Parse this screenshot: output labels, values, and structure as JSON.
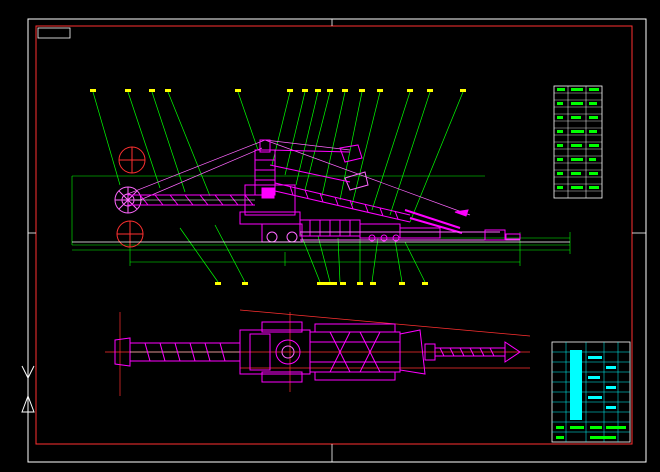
{
  "drawing": {
    "background": "#000000",
    "colors": {
      "frame": "#ffffff",
      "border_red": "#ff3030",
      "leader": "#00ff00",
      "machine": "#ff00ff",
      "machine_alt": "#ff66ff",
      "dimension": "#00ff00",
      "centerline": "#ff3030",
      "title_block": "#00ffff",
      "balloon": "#ffff00",
      "table_fill": "#00ffff"
    },
    "views": [
      {
        "name": "side-elevation-view"
      },
      {
        "name": "plan-view"
      }
    ],
    "annotation_tables": [
      {
        "name": "parts-list-table"
      },
      {
        "name": "title-block-table"
      }
    ],
    "icons": [
      "north-arrow-icon",
      "bucket-wheel-icon",
      "counterweight-wheel-icon"
    ]
  }
}
